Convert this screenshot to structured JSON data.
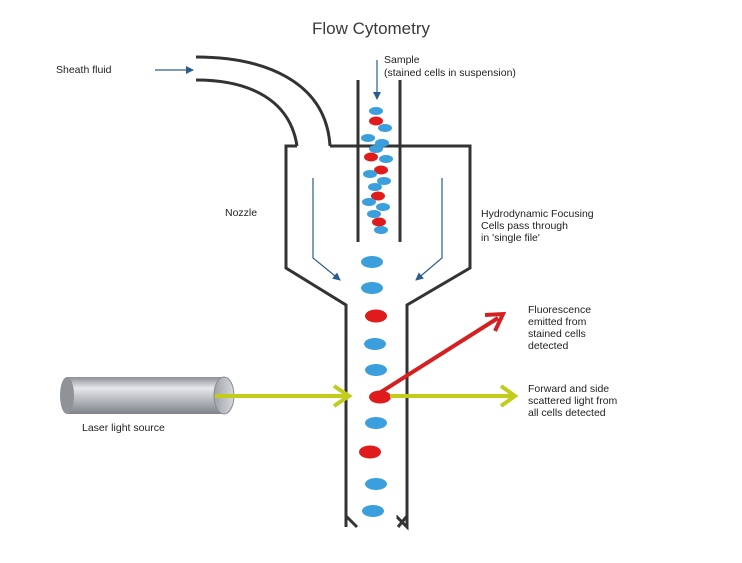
{
  "title": "Flow Cytometry",
  "labels": {
    "sheath_fluid": "Sheath fluid",
    "sample_line1": "Sample",
    "sample_line2": "(stained cells in suspension)",
    "nozzle": "Nozzle",
    "hydro_line1": "Hydrodynamic Focusing",
    "hydro_line2": "Cells pass through",
    "hydro_line3": "in 'single file'",
    "fluor_line1": "Fluorescence",
    "fluor_line2": "emitted from",
    "fluor_line3": "stained cells",
    "fluor_line4": "detected",
    "scatter_line1": "Forward and side",
    "scatter_line2": "scattered light from",
    "scatter_line3": "all cells detected",
    "laser": "Laser light source"
  },
  "colors": {
    "unstained_cell": "#3a9fdc",
    "stained_cell": "#e01b1b",
    "laser_beam": "#c2cc1a",
    "fluorescence_arrow": "#d42020",
    "tube_wall": "#333333",
    "laser_body": "#b9bcc0"
  }
}
